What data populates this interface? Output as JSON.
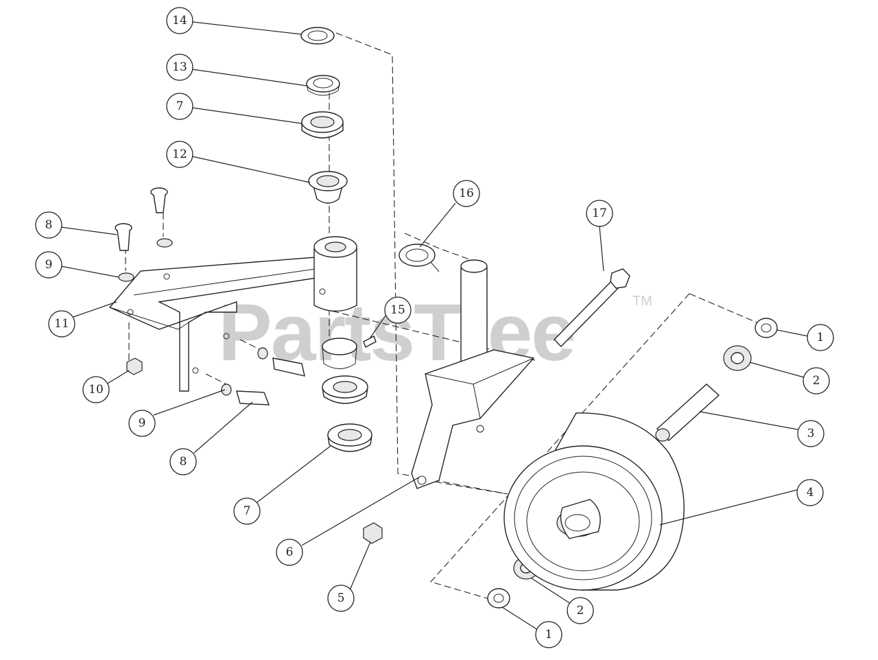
{
  "watermark": {
    "text": "PartsTree",
    "trademark": "TM"
  },
  "callouts": [
    {
      "id": "c14",
      "label": "14"
    },
    {
      "id": "c13",
      "label": "13"
    },
    {
      "id": "c7a",
      "label": "7"
    },
    {
      "id": "c12",
      "label": "12"
    },
    {
      "id": "c16",
      "label": "16"
    },
    {
      "id": "c17",
      "label": "17"
    },
    {
      "id": "c8a",
      "label": "8"
    },
    {
      "id": "c9a",
      "label": "9"
    },
    {
      "id": "c11",
      "label": "11"
    },
    {
      "id": "c15",
      "label": "15"
    },
    {
      "id": "c10",
      "label": "10"
    },
    {
      "id": "c9b",
      "label": "9"
    },
    {
      "id": "c8b",
      "label": "8"
    },
    {
      "id": "c7b",
      "label": "7"
    },
    {
      "id": "c6",
      "label": "6"
    },
    {
      "id": "c5",
      "label": "5"
    },
    {
      "id": "c1a",
      "label": "1"
    },
    {
      "id": "c2a",
      "label": "2"
    },
    {
      "id": "c3",
      "label": "3"
    },
    {
      "id": "c4",
      "label": "4"
    },
    {
      "id": "c2b",
      "label": "2"
    },
    {
      "id": "c1b",
      "label": "1"
    }
  ]
}
